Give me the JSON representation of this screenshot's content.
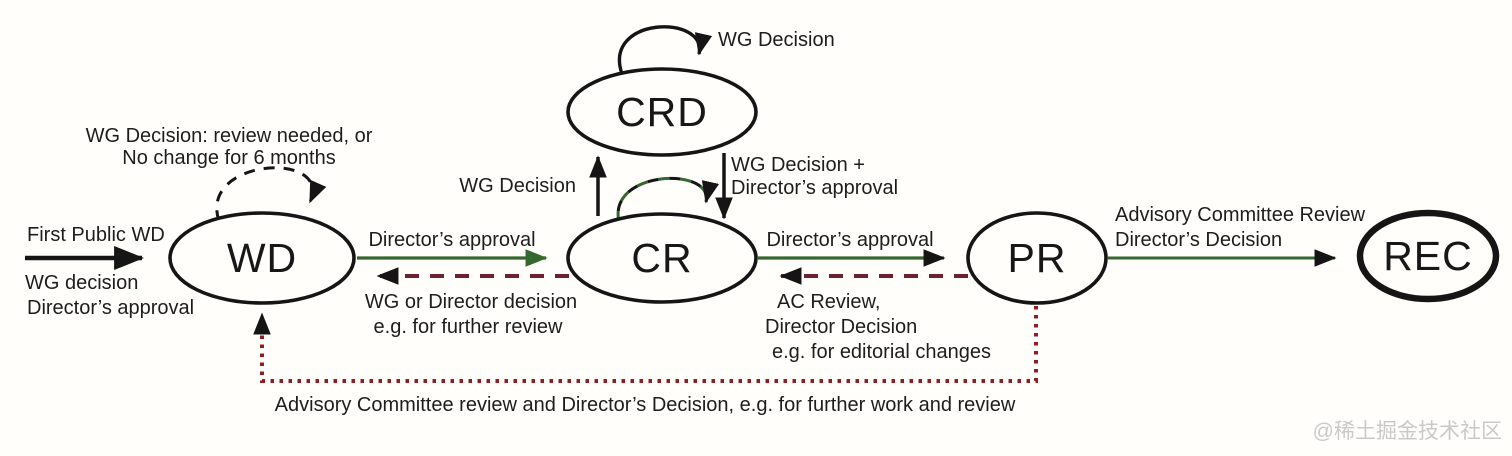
{
  "diagram": {
    "title": "W3C Recommendation Track process state diagram",
    "nodes": {
      "wd": "WD",
      "crd": "CRD",
      "cr": "CR",
      "pr": "PR",
      "rec": "REC"
    },
    "labels": {
      "first_public_wd": "First Public WD",
      "entry_line1": "WG decision",
      "entry_line2": "Director’s approval",
      "wd_loop_line1": "WG Decision: review needed, or",
      "wd_loop_line2": "No change for 6 months",
      "wd_to_cr": "Director’s approval",
      "cr_to_wd_line1": "WG or Director decision",
      "cr_to_wd_line2": "e.g. for further review",
      "cr_to_crd": "WG Decision",
      "crd_loop": "WG Decision",
      "crd_to_cr_line1": "WG Decision +",
      "crd_to_cr_line2": "Director’s approval",
      "cr_to_pr": "Director’s approval",
      "pr_to_cr_line1": "AC Review,",
      "pr_to_cr_line2": "Director Decision",
      "pr_to_cr_line3": "e.g. for editorial changes",
      "pr_to_rec_line1": "Advisory Committee Review",
      "pr_to_rec_line2": "Director’s Decision",
      "rec_to_wd_feedback": "Advisory Committee review and Director’s Decision, e.g. for further work and review"
    },
    "watermark": "@稀土掘金技术社区",
    "colors": {
      "approve_green_line": "#35682f",
      "approve_green_text": "#2e7d2e",
      "reject_maroon": "#6e2230",
      "feedback_red": "#8f1d24",
      "ink_black": "#151515",
      "watermark_gray": "#c9c9c9",
      "background": "#fffefb"
    }
  }
}
